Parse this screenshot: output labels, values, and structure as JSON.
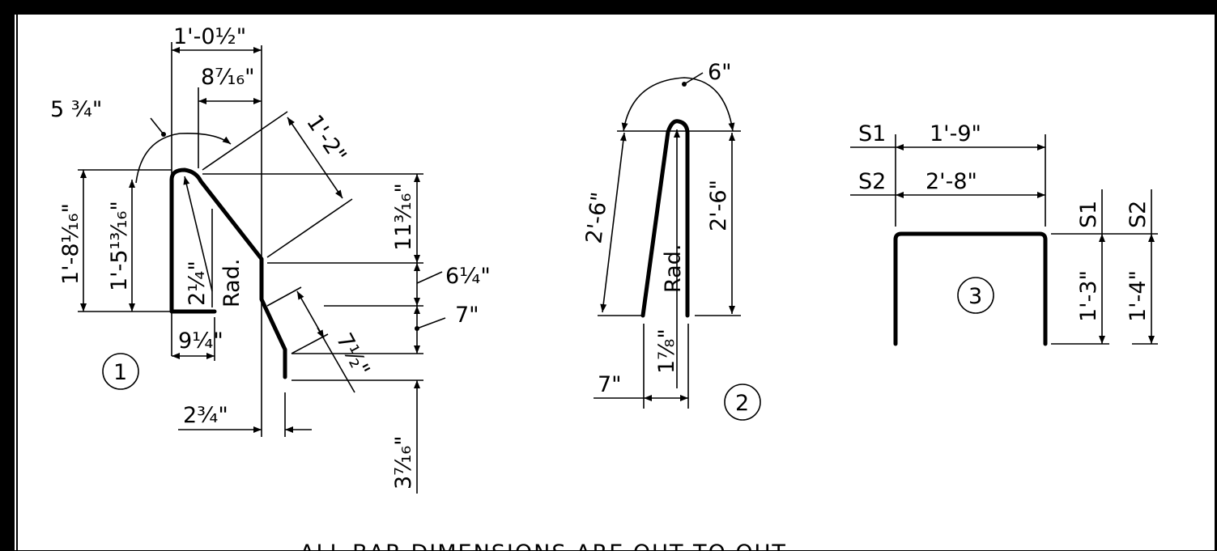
{
  "bar1": {
    "id": "1",
    "width_top": "1'-0½\"",
    "width_inner": "8⁷⁄₁₆\"",
    "arc_length": "5 ¾\"",
    "diagonal": "1'-2\"",
    "height_outer": "1'-8¹⁄₁₆\"",
    "height_inner": "1'-5¹³⁄₁₆\"",
    "radius": "2¼\"",
    "radius_label": "Rad.",
    "height_upper": "11³⁄₁₆\"",
    "offset_mid": "6¼\"",
    "offset_low": "7\"",
    "slant": "7½\"",
    "foot": "9¼\"",
    "offset_bottom": "2¾\"",
    "tail": "3⁷⁄₁₆\""
  },
  "bar2": {
    "id": "2",
    "arc": "6\"",
    "leg_left": "2'-6\"",
    "leg_right": "2'-6\"",
    "radius_label": "Rad.",
    "radius": "1⅞\"",
    "width": "7\""
  },
  "bar3": {
    "id": "3",
    "s1": "S1",
    "s2": "S2",
    "s1_width": "1'-9\"",
    "s2_width": "2'-8\"",
    "s1_height": "1'-3\"",
    "s2_height": "1'-4\""
  },
  "footer_note": "ALL BAR DIMENSIONS ARE OUT TO OUT"
}
